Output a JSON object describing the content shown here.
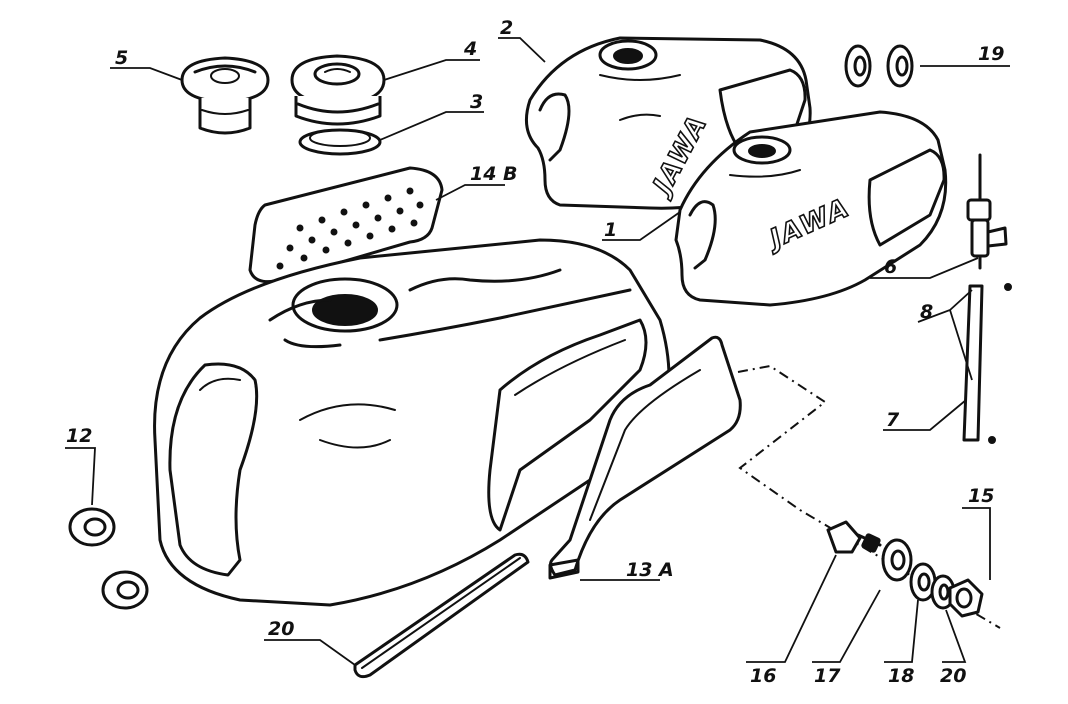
{
  "callouts": {
    "c1": "1",
    "c2": "2",
    "c3": "3",
    "c4": "4",
    "c5": "5",
    "c6": "6",
    "c7": "7",
    "c8": "8",
    "c12": "12",
    "c13a": "13 A",
    "c14b": "14 B",
    "c15": "15",
    "c16": "16",
    "c17": "17",
    "c18": "18",
    "c19": "19",
    "c20a": "20",
    "c20b": "20"
  },
  "logos": {
    "tank_top": "JAWA",
    "tank_right": "JAWA"
  }
}
